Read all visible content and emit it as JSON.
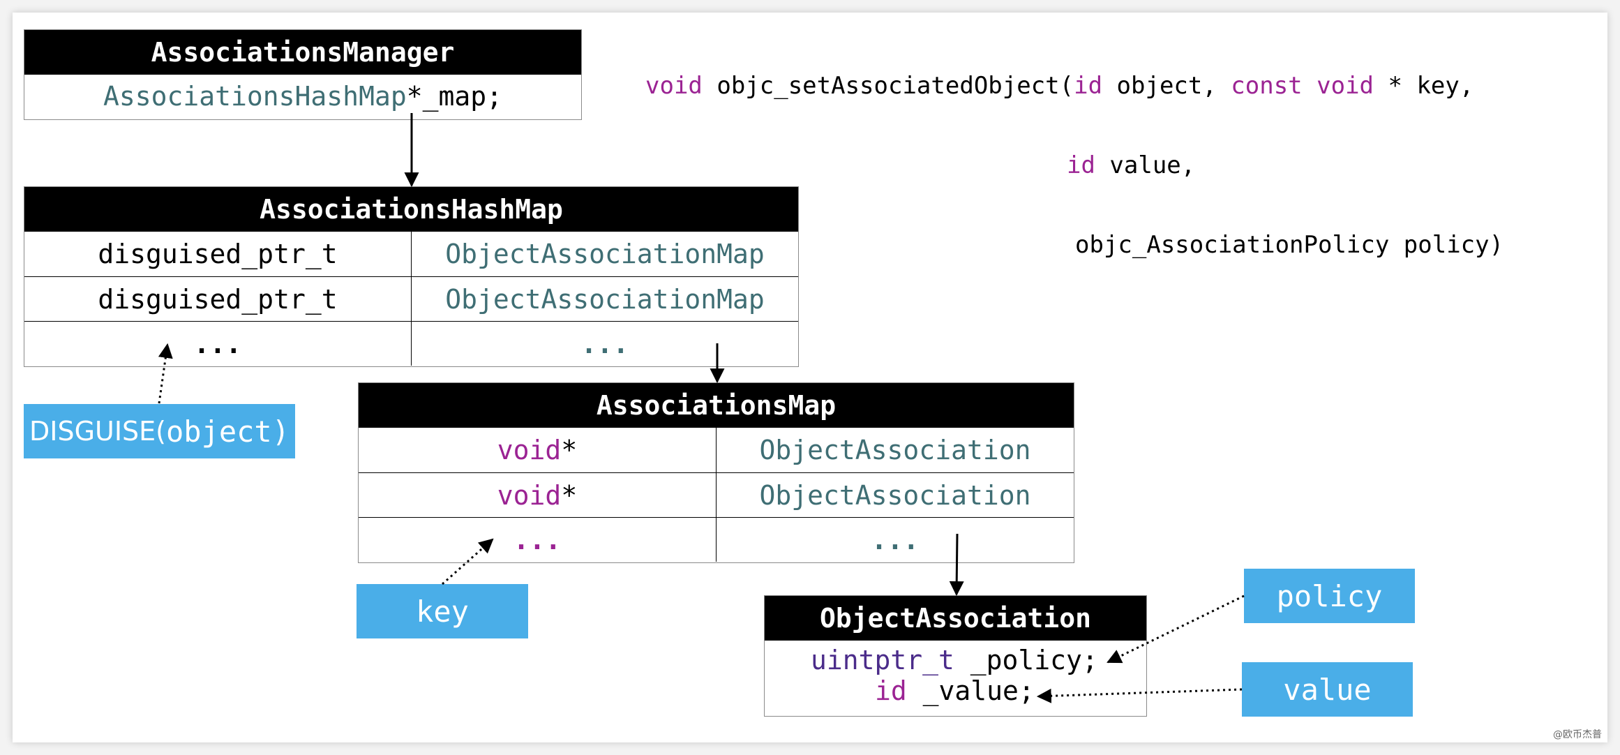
{
  "signature": {
    "line1": {
      "ret": "void",
      "fn": " objc_setAssociatedObject(",
      "t1": "id",
      "a1": " object, ",
      "t2": "const",
      "sp": " ",
      "t3": "void",
      "a2": " * key,"
    },
    "line2": {
      "t": "id",
      "a": " value,"
    },
    "line3": {
      "a": "objc_AssociationPolicy policy)"
    }
  },
  "manager": {
    "title": "AssociationsManager",
    "field_type": "AssociationsHashMap",
    "field_name": " *_map;"
  },
  "hashmap": {
    "title": "AssociationsHashMap",
    "rows": [
      {
        "key": "disguised_ptr_t",
        "value": "ObjectAssociationMap"
      },
      {
        "key": "disguised_ptr_t",
        "value": "ObjectAssociationMap"
      },
      {
        "key": "...",
        "value": "..."
      }
    ]
  },
  "amap": {
    "title": "AssociationsMap",
    "rows": [
      {
        "key_kw": "void",
        "key_rest": " *",
        "value": "ObjectAssociation"
      },
      {
        "key_kw": "void",
        "key_rest": " *",
        "value": "ObjectAssociation"
      },
      {
        "key_kw": "...",
        "key_rest": "",
        "value": "..."
      }
    ]
  },
  "oassoc": {
    "title": "ObjectAssociation",
    "line1_type": "uintptr_t",
    "line1_rest": " _policy;",
    "line2_type": "id",
    "line2_rest": " _value;"
  },
  "tags": {
    "disguise_text": "DISGUISE(",
    "disguise_arg": "object)",
    "key": "key",
    "policy": "policy",
    "value": "value"
  },
  "colors": {
    "keyword": "#9b2393",
    "type": "#3f6e74",
    "tag_bg": "#4aaee8",
    "header_bg": "#000000"
  },
  "watermark": "@欧币杰普"
}
